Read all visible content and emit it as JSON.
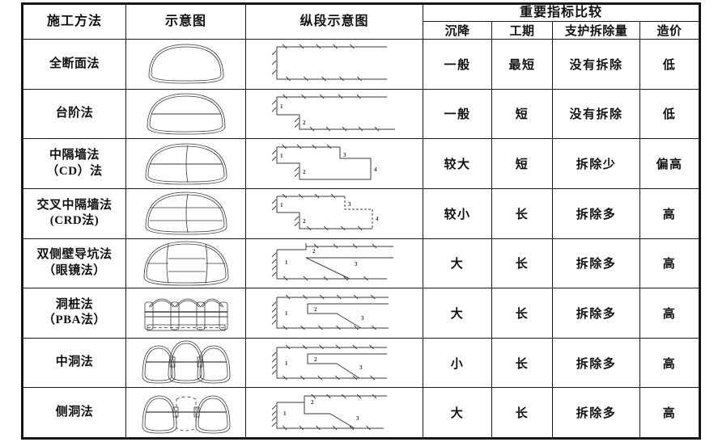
{
  "table": {
    "headers": {
      "method": "施工方法",
      "cross_section": "示意图",
      "longitudinal_section": "纵段示意图",
      "metrics_group": "重要指标比较",
      "settlement": "沉降",
      "duration": "工期",
      "support_removal": "支护拆除量",
      "cost": "造价"
    },
    "rows": [
      {
        "method_line1": "全断面法",
        "method_line2": "",
        "cross_figure": "full-face-tunnel-section",
        "long_figure": "full-face-longitudinal",
        "long_labels": [],
        "settlement": "一般",
        "duration": "最短",
        "support_removal": "没有拆除",
        "cost": "低"
      },
      {
        "method_line1": "台阶法",
        "method_line2": "",
        "cross_figure": "bench-cut-section",
        "long_figure": "bench-cut-longitudinal",
        "long_labels": [
          "1",
          "2"
        ],
        "settlement": "一般",
        "duration": "短",
        "support_removal": "没有拆除",
        "cost": "低"
      },
      {
        "method_line1": "中隔墙法",
        "method_line2": "（CD）法",
        "cross_figure": "cd-method-section",
        "long_figure": "cd-method-longitudinal",
        "long_labels": [
          "1",
          "2",
          "3",
          "4"
        ],
        "settlement": "较大",
        "duration": "短",
        "support_removal": "拆除少",
        "cost": "偏高"
      },
      {
        "method_line1": "交叉中隔墙法",
        "method_line2": "(CRD法)",
        "cross_figure": "crd-method-section",
        "long_figure": "crd-method-longitudinal",
        "long_labels": [
          "1",
          "2",
          "3",
          "4"
        ],
        "settlement": "较小",
        "duration": "长",
        "support_removal": "拆除多",
        "cost": "高"
      },
      {
        "method_line1": "双侧壁导坑法",
        "method_line2": "（眼镜法）",
        "cross_figure": "double-side-drift-section",
        "long_figure": "double-side-drift-longitudinal",
        "long_labels": [
          "1",
          "2",
          "3"
        ],
        "settlement": "大",
        "duration": "长",
        "support_removal": "拆除多",
        "cost": "高"
      },
      {
        "method_line1": "洞桩法",
        "method_line2": "（PBA法）",
        "cross_figure": "pba-pile-beam-arch-section",
        "long_figure": "pba-longitudinal",
        "long_labels": [
          "1",
          "2",
          "3"
        ],
        "settlement": "大",
        "duration": "长",
        "support_removal": "拆除多",
        "cost": "高"
      },
      {
        "method_line1": "中洞法",
        "method_line2": "",
        "cross_figure": "center-drift-section",
        "long_figure": "center-drift-longitudinal",
        "long_labels": [
          "1",
          "2",
          "3"
        ],
        "settlement": "小",
        "duration": "长",
        "support_removal": "拆除多",
        "cost": "高"
      },
      {
        "method_line1": "侧洞法",
        "method_line2": "",
        "cross_figure": "side-drift-section",
        "long_figure": "side-drift-longitudinal",
        "long_labels": [
          "1",
          "2",
          "3"
        ],
        "settlement": "大",
        "duration": "长",
        "support_removal": "拆除多",
        "cost": "高"
      }
    ]
  },
  "colors": {
    "border": "#1a1a1a",
    "line": "#3a3a3a",
    "background": "#ffffff"
  }
}
